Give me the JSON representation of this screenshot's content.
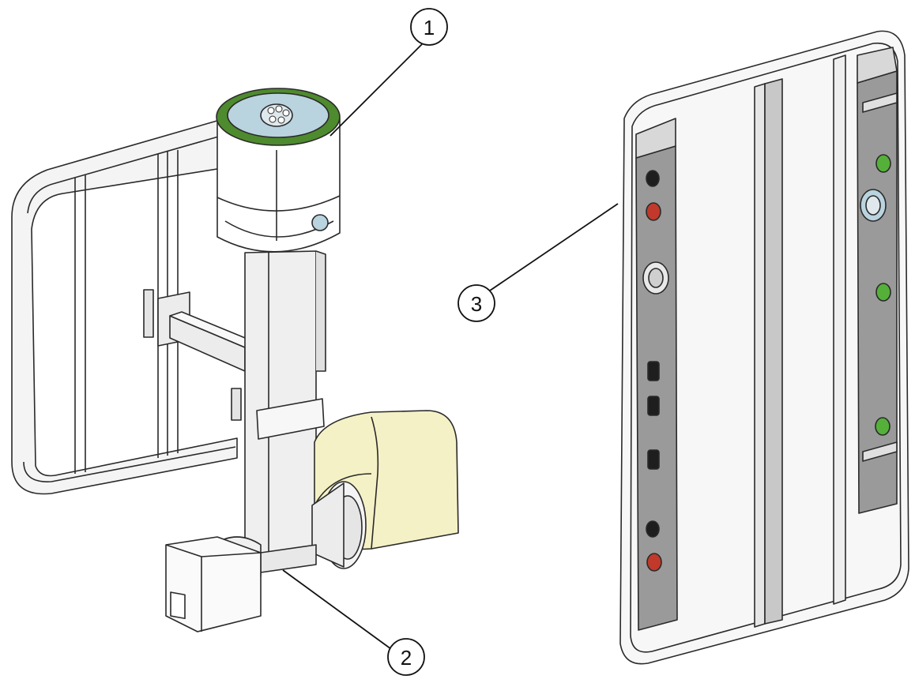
{
  "callouts": [
    {
      "label": "1",
      "refers_to": "top-rotor-head"
    },
    {
      "label": "2",
      "refers_to": "drive-assembly"
    },
    {
      "label": "3",
      "refers_to": "panel-frame"
    }
  ],
  "colors": {
    "line": "#2a2a2a",
    "frame_fill": "#f2f2f2",
    "panel_gray": "#9a9a9a",
    "ring_green": "#4e8a2e",
    "disc_blue": "#b9d3df",
    "motor_yellow": "#f4f1c6",
    "button_red": "#c0392b",
    "button_green": "#55b03a",
    "button_black": "#1e1e1e"
  }
}
